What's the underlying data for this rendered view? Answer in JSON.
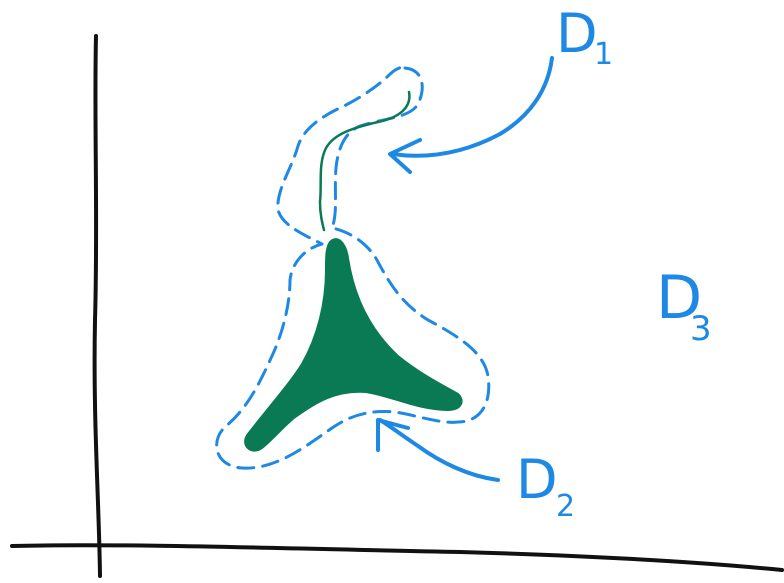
{
  "colors": {
    "axes": "#111111",
    "outline": "#1e88e5",
    "shape": "#0a7a55",
    "arrow": "#1e88e5",
    "label": "#1e88e5"
  },
  "labels": {
    "d1": {
      "letter": "D",
      "subscript": "1"
    },
    "d2": {
      "letter": "D",
      "subscript": "2"
    },
    "d3": {
      "letter": "D",
      "subscript": "3"
    }
  }
}
